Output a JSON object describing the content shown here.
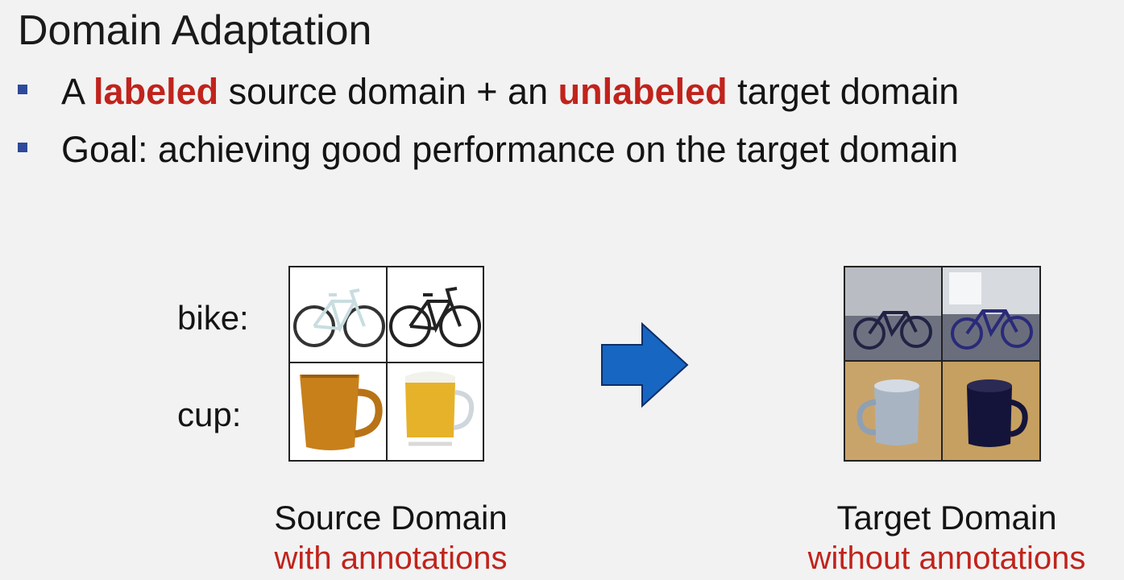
{
  "title": "Domain Adaptation",
  "colors": {
    "bullet": "#2e4a9a",
    "highlight": "#c0231c",
    "arrow": "#1766c2",
    "arrow_edge": "#0d2e66"
  },
  "bullets": [
    {
      "parts": [
        "A ",
        "labeled",
        " source domain + an ",
        "unlabeled",
        " target domain"
      ]
    },
    {
      "parts": [
        "Goal: achieving good performance on the target domain"
      ]
    }
  ],
  "source": {
    "row_labels": [
      "bike:",
      "cup:"
    ],
    "caption": "Source Domain",
    "subcaption": "with annotations"
  },
  "target": {
    "caption": "Target Domain",
    "subcaption": "without annotations"
  },
  "icons": [
    "bullet-square-icon",
    "right-arrow-icon"
  ]
}
